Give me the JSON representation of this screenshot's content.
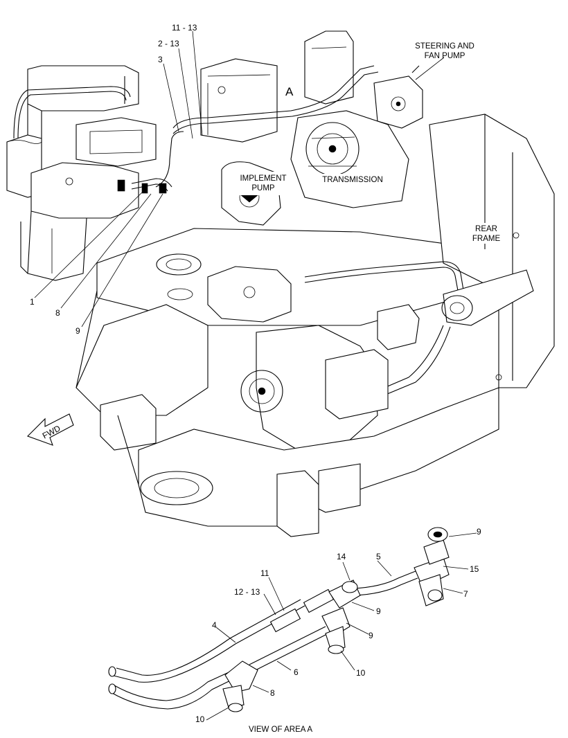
{
  "callouts": {
    "c11_13": "11 - 13",
    "c2_13": "2 - 13",
    "c3": "3",
    "cA": "A",
    "c1": "1",
    "c8_top": "8",
    "c9_top": "9",
    "c9_a": "9",
    "c14": "14",
    "c5": "5",
    "c15": "15",
    "c7": "7",
    "c11_b": "11",
    "c12_13": "12 - 13",
    "c9_b": "9",
    "c9_c": "9",
    "c4": "4",
    "c6": "6",
    "c10_a": "10",
    "c8_b": "8",
    "c10_b": "10"
  },
  "labels": {
    "steering_line1": "STEERING AND",
    "steering_line2": "FAN PUMP",
    "implement_line1": "IMPLEMENT",
    "implement_line2": "PUMP",
    "transmission": "TRANSMISSION",
    "rear_line1": "REAR",
    "rear_line2": "FRAME",
    "fwd": "FWD",
    "view_caption": "VIEW OF AREA A"
  }
}
